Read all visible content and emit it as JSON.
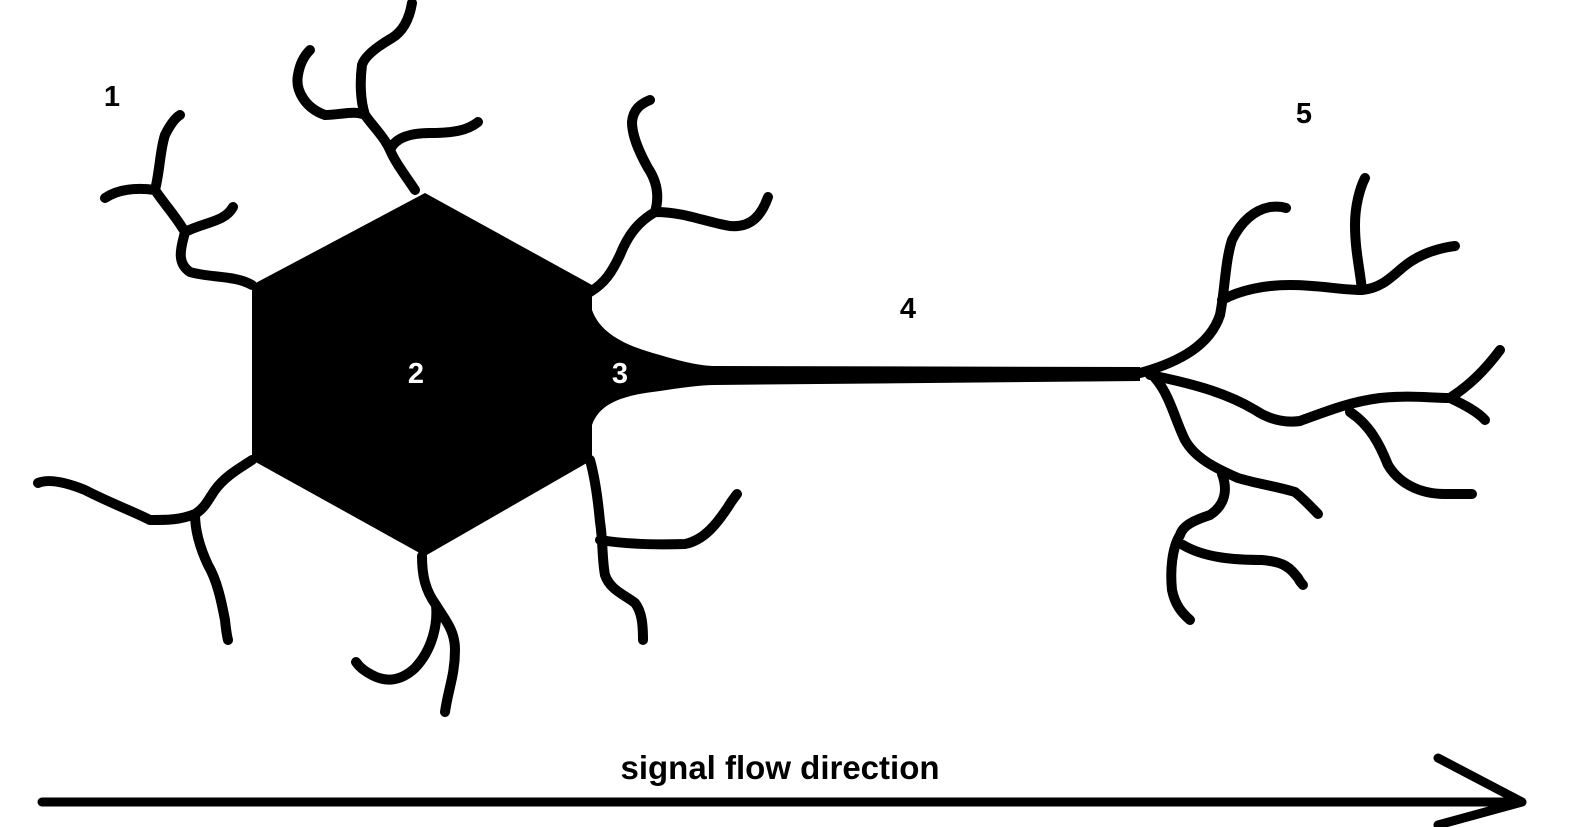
{
  "diagram": {
    "labels": {
      "dendrites": "1",
      "cell_body": "2",
      "axon_hillock": "3",
      "axon": "4",
      "axon_terminals": "5"
    },
    "caption": "signal flow direction",
    "colors": {
      "ink": "#000000",
      "background": "#ffffff",
      "inner_label": "#ffffff"
    }
  }
}
